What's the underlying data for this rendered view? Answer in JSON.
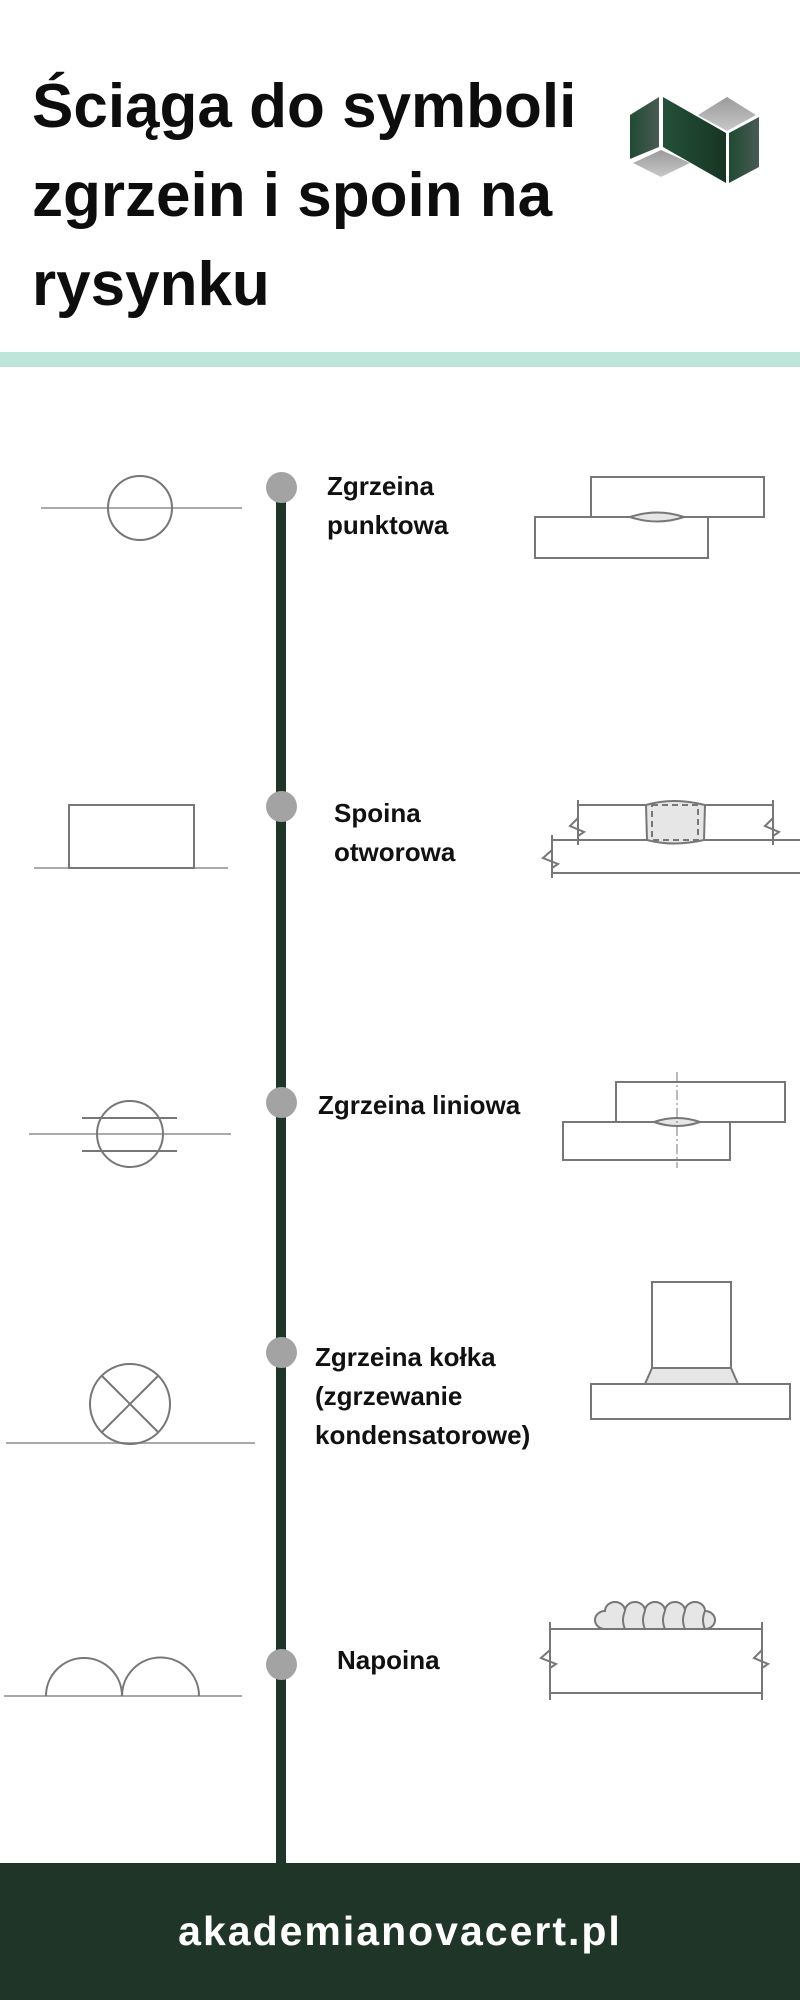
{
  "header": {
    "title": "Ściąga do symboli zgrzein i spoin na rysynku",
    "logo_icon": "cubes-logo-icon"
  },
  "items": [
    {
      "label": "Zgrzeina punktowa"
    },
    {
      "label": "Spoina otworowa"
    },
    {
      "label": "Zgrzeina liniowa"
    },
    {
      "label": "Zgrzeina kołka (zgrzewanie kondensatorowe)"
    },
    {
      "label": "Napoina"
    }
  ],
  "footer": {
    "site": "akademianovacert.pl"
  },
  "colors": {
    "accent_dark": "#1f3528",
    "band": "#bde5d9",
    "dot": "#a3a3a3"
  }
}
